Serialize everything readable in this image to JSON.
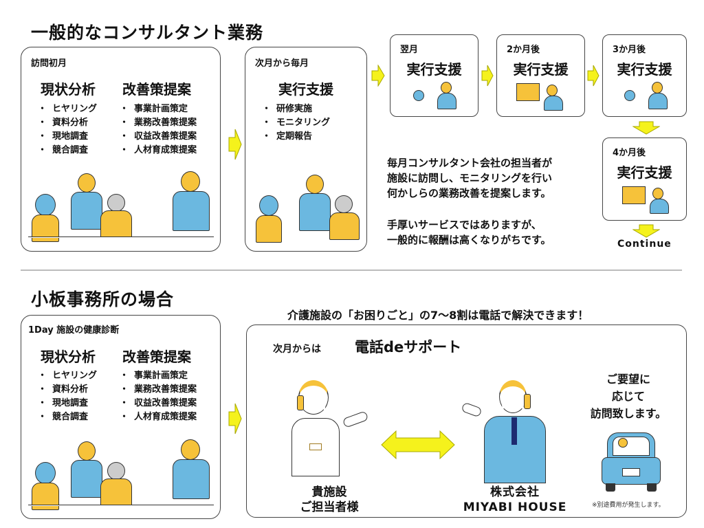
{
  "section1": {
    "title": "一般的なコンサルタント業務",
    "first_month": {
      "label": "訪問初月",
      "heading_left": "現状分析",
      "heading_right": "改善策提案",
      "bullets_left": [
        "ヒヤリング",
        "資料分析",
        "現地調査",
        "競合調査"
      ],
      "bullets_right": [
        "事業計画策定",
        "業務改善策提案",
        "収益改善策提案",
        "人材育成策提案"
      ]
    },
    "monthly": {
      "label": "次月から毎月",
      "heading": "実行支援",
      "bullets": [
        "研修実施",
        "モニタリング",
        "定期報告"
      ]
    },
    "steps": [
      {
        "label": "翌月",
        "heading": "実行支援"
      },
      {
        "label": "2か月後",
        "heading": "実行支援"
      },
      {
        "label": "3か月後",
        "heading": "実行支援"
      },
      {
        "label": "4か月後",
        "heading": "実行支援"
      }
    ],
    "description": [
      "毎月コンサルタント会社の担当者が",
      "施設に訪問し、モニタリングを行い",
      "何かしらの業務改善を提案します。"
    ],
    "note": [
      "手厚いサービスではありますが、",
      "一般的に報酬は高くなりがちです。"
    ],
    "continue_label": "Continue"
  },
  "section2": {
    "title": "小板事務所の場合",
    "diagnosis": {
      "label": "1Day 施設の健康診断",
      "heading_left": "現状分析",
      "heading_right": "改善策提案",
      "bullets_left": [
        "ヒヤリング",
        "資料分析",
        "現地調査",
        "競合調査"
      ],
      "bullets_right": [
        "事業計画策定",
        "業務改善策提案",
        "収益改善策提案",
        "人材育成策提案"
      ]
    },
    "headline": "介護施設の「お困りごと」の7〜8割は電話で解決できます！",
    "support": {
      "prefix": "次月からは",
      "title": "電話deサポート",
      "client_label": [
        "貴施設",
        "ご担当者様"
      ],
      "company_label": [
        "株式会社",
        "MIYABI HOUSE"
      ],
      "visit_text": [
        "ご要望に",
        "応じて",
        "訪問致します。"
      ],
      "footnote": "※別途費用が発生します。"
    }
  },
  "colors": {
    "arrow": "#f5f21c",
    "arrow_border": "#a8a800",
    "suit": "#6bb8e0",
    "hair": "#f6c23a"
  }
}
